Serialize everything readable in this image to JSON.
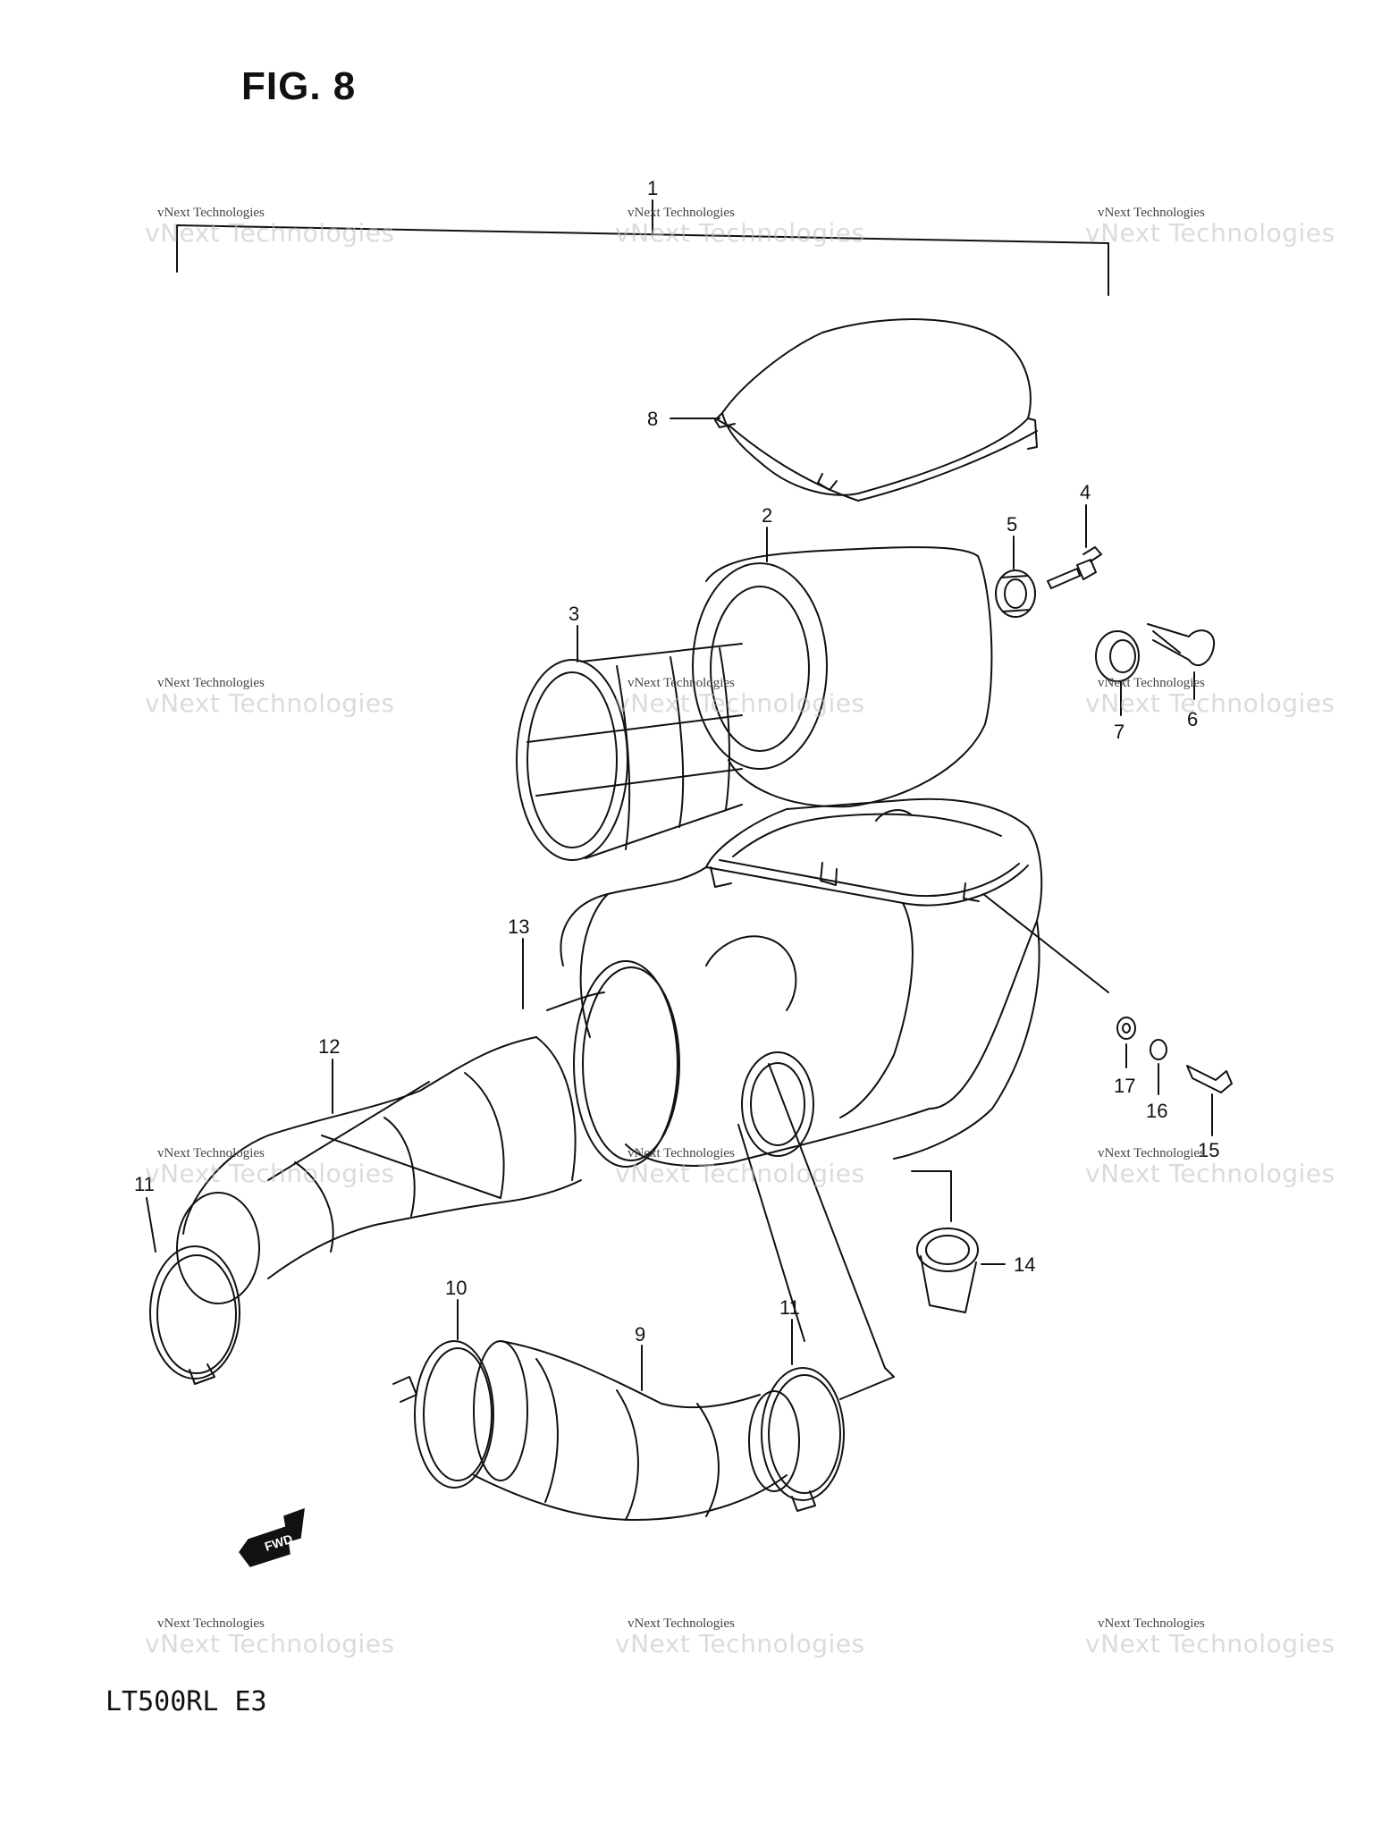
{
  "figure": {
    "title": "FIG. 8",
    "model_code": "LT500RL  E3"
  },
  "callouts": [
    "1",
    "2",
    "3",
    "4",
    "5",
    "6",
    "7",
    "8",
    "9",
    "10",
    "11",
    "11",
    "12",
    "13",
    "14",
    "15",
    "16",
    "17"
  ],
  "fwd_label": "FWD",
  "watermark": {
    "small": "vNext Technologies",
    "large": "vNext Technologies"
  },
  "colors": {
    "line": "#111111",
    "watermark": "#bebebe",
    "background": "#ffffff"
  }
}
